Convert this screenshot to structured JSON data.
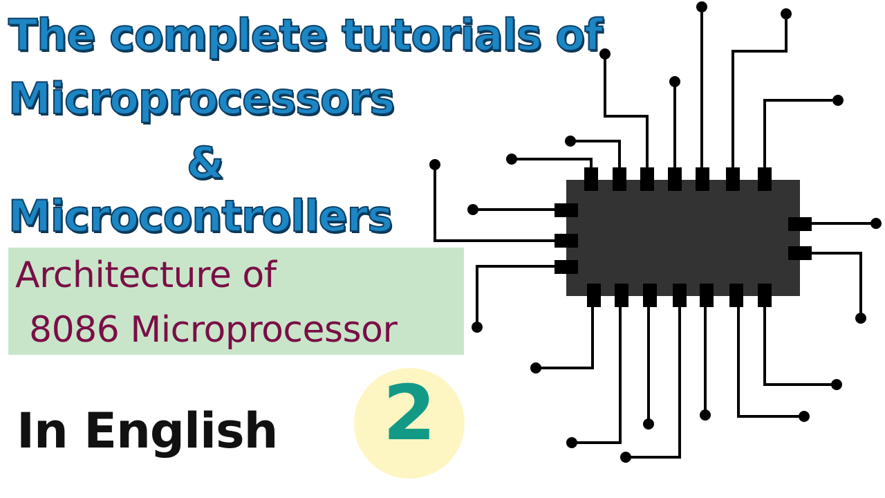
{
  "title": {
    "line1": "The complete tutorials of",
    "line2": "Microprocessors",
    "line3": "&",
    "line4": "Microcontrollers"
  },
  "subtitle": {
    "line1": "Architecture of",
    "line2": "8086 Microprocessor"
  },
  "language": "In English",
  "episode_number": "2",
  "colors": {
    "title_fill": "#1d86c4",
    "subtitle_text": "#7a0e46",
    "subtitle_background": "#c9e5c9",
    "badge_background": "#fdf6c3",
    "badge_number": "#139a86",
    "chip_body": "#333333",
    "chip_pins": "#000000"
  },
  "illustration": {
    "icon": "microchip-icon"
  }
}
